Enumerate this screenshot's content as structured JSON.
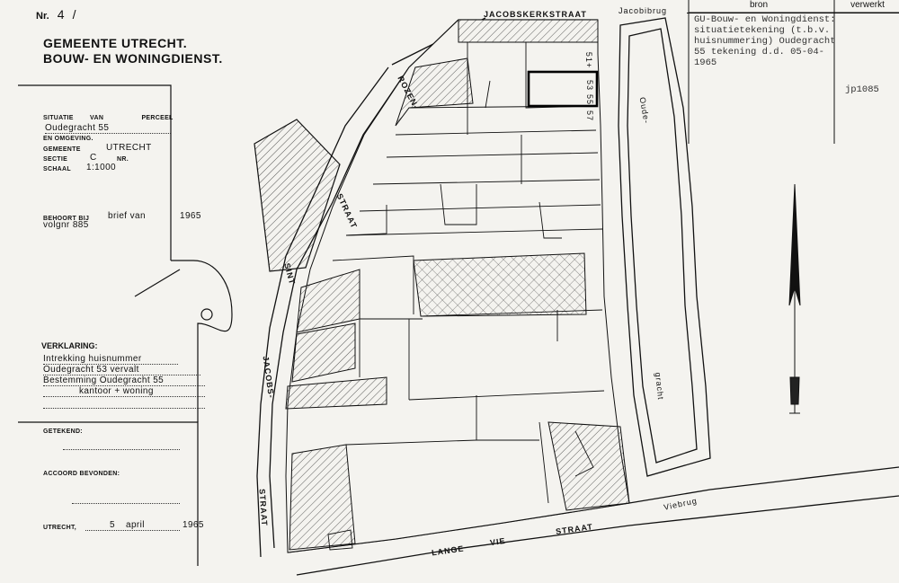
{
  "sheet": {
    "nr_label": "Nr.",
    "nr_value": "4",
    "nr_suffix": "/"
  },
  "title": {
    "line1": "GEMEENTE UTRECHT.",
    "line2": "BOUW- EN WONINGDIENST."
  },
  "form": {
    "situatie_label": "SITUATIE",
    "van_label": "VAN",
    "perceel_label": "PERCEEL",
    "perceel_value": "Oudegracht 55",
    "omgeving_label": "EN OMGEVING.",
    "gemeente_label": "GEMEENTE",
    "gemeente_value": "UTRECHT",
    "sectie_label": "SECTIE",
    "sectie_value": "C",
    "nr_label": "NR.",
    "schaal_label": "SCHAAL",
    "schaal_value": "1:1000",
    "behoort_label": "BEHOORT BIJ",
    "behoort_value": "brief van",
    "behoort_year": "1965",
    "volgnr_value": "volgnr 885"
  },
  "verklaring": {
    "heading": "VERKLARING:",
    "lines": [
      "Intrekking huisnummer",
      "Oudegracht 53 vervalt",
      "Bestemming Oudegracht 55",
      "kantoor + woning"
    ],
    "getekend_label": "GETEKEND:",
    "accoord_label": "ACCOORD BEVONDEN:",
    "utrecht_label": "UTRECHT,",
    "date_day": "5",
    "date_month": "april",
    "date_year": "1965"
  },
  "record_table": {
    "col_source": "bron",
    "col_processed": "verwerkt",
    "source_text": "GU-Bouw- en Woningdienst: situatietekening (t.b.v. huisnummering) Oudegracht 55 tekening d.d. 05-04-1965",
    "processed_code": "jp1085"
  },
  "streets": {
    "jacobskerkstraat": "JACOBSKERKSTRAAT",
    "jacobibrug": "Jacobibrug",
    "rozen": "ROZEN-",
    "straat_upper": "STRAAT",
    "sint": "SINT",
    "jacobs": "JACOBS-",
    "straat_lower": "STRAAT",
    "oude": "Oude-",
    "gracht": "gracht",
    "lange_vie": "LANGE",
    "vie": "VIE",
    "straat_bottom": "STRAAT",
    "viebrug": "Viebrug"
  },
  "house_numbers": [
    "51+",
    "53",
    "55",
    "57"
  ],
  "colors": {
    "ink": "#111111",
    "paper": "#f4f3ef",
    "typewriter": "#333333"
  }
}
